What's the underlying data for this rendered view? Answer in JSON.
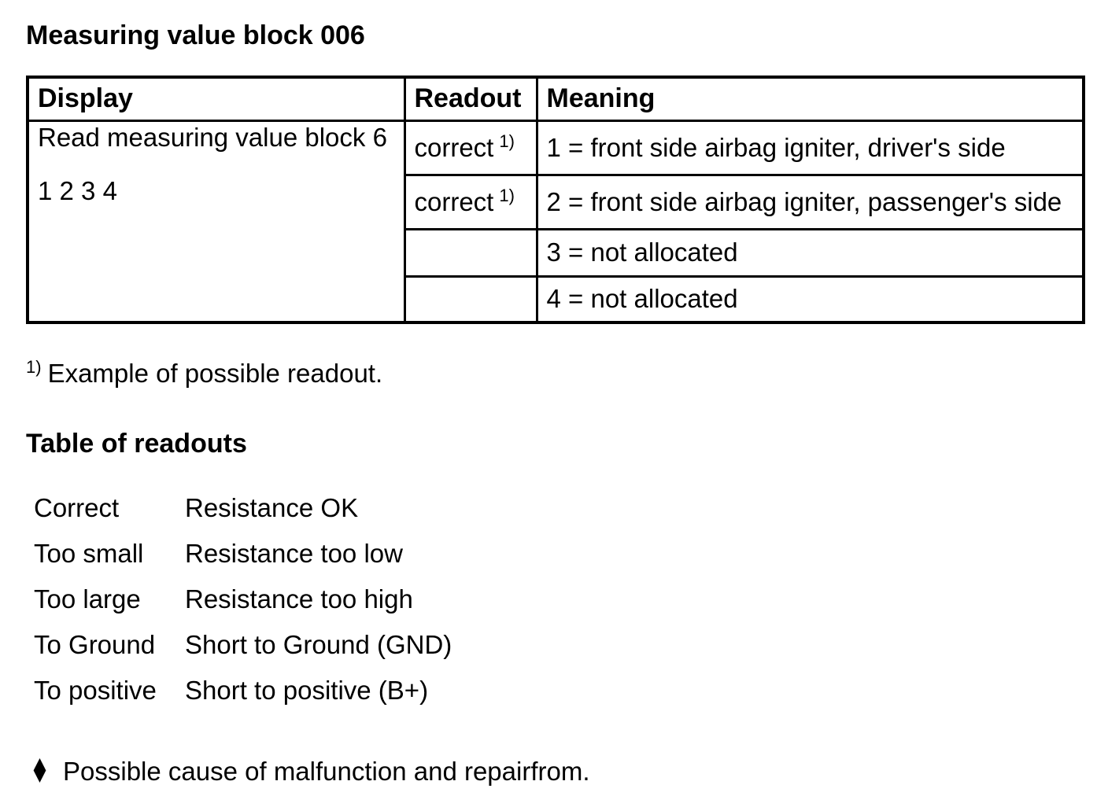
{
  "title": "Measuring value block 006",
  "table": {
    "headers": {
      "display": "Display",
      "readout": "Readout",
      "meaning": "Meaning"
    },
    "display_cell": {
      "line1": "Read measuring value block 6",
      "line2": "1 2 3 4"
    },
    "rows": [
      {
        "readout": "correct",
        "footnote_marker": "1)",
        "meaning": "1 = front side airbag igniter, driver's side"
      },
      {
        "readout": "correct",
        "footnote_marker": "1)",
        "meaning": "2 = front side airbag igniter, passenger's side"
      },
      {
        "readout": "",
        "footnote_marker": "",
        "meaning": "3 = not allocated"
      },
      {
        "readout": "",
        "footnote_marker": "",
        "meaning": "4 = not allocated"
      }
    ]
  },
  "footnote": {
    "marker": "1)",
    "text": "Example of possible readout."
  },
  "readouts": {
    "heading": "Table of readouts",
    "items": [
      {
        "label": "Correct",
        "description": "Resistance OK"
      },
      {
        "label": "Too small",
        "description": "Resistance too low"
      },
      {
        "label": "Too large",
        "description": "Resistance too high"
      },
      {
        "label": "To Ground",
        "description": "Short to Ground (GND)"
      },
      {
        "label": "To positive",
        "description": "Short to positive (B+)"
      }
    ]
  },
  "note": {
    "icon": "diamond-bullet-icon",
    "text": "Possible cause of malfunction and repairfrom."
  },
  "colors": {
    "text": "#000000",
    "background": "#ffffff",
    "border": "#000000"
  }
}
